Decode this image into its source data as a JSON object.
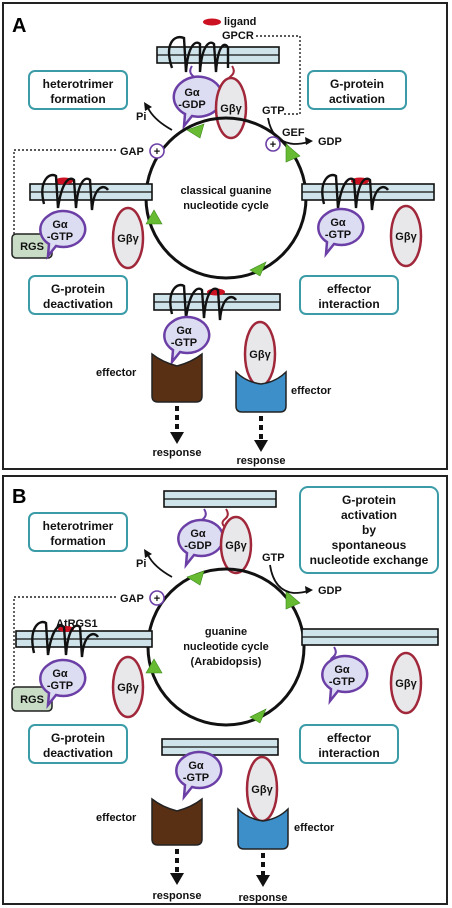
{
  "panelA": {
    "letter": "A",
    "ligand": "ligand",
    "gpcr": "GPCR",
    "box_heterotrimer": [
      "heterotrimer",
      "formation"
    ],
    "box_activation": [
      "G-protein",
      "activation"
    ],
    "box_deactivation": [
      "G-protein",
      "deactivation"
    ],
    "box_effector": [
      "effector",
      "interaction"
    ],
    "pi": "Pi",
    "gtp": "GTP",
    "gef": "GEF",
    "gdp": "GDP",
    "gap": "GAP",
    "plus": "+",
    "cycle_label": [
      "classical guanine",
      "nucleotide cycle"
    ],
    "ga": "Gα",
    "ga_gdp": "-GDP",
    "ga_gtp": "-GTP",
    "gbg": "Gβγ",
    "rgs": "RGS",
    "effector": "effector",
    "response": "response"
  },
  "panelB": {
    "letter": "B",
    "box_heterotrimer": [
      "heterotrimer",
      "formation"
    ],
    "box_activation": [
      "G-protein",
      "activation",
      "by",
      "spontaneous",
      "nucleotide exchange"
    ],
    "box_deactivation": [
      "G-protein",
      "deactivation"
    ],
    "box_effector": [
      "effector",
      "interaction"
    ],
    "pi": "Pi",
    "gtp": "GTP",
    "gdp": "GDP",
    "gap": "GAP",
    "plus": "+",
    "atrgs1": "AtRGS1",
    "cycle_label": [
      "guanine",
      "nucleotide cycle",
      "(Arabidopsis)"
    ],
    "ga": "Gα",
    "ga_gdp": "-GDP",
    "ga_gtp": "-GTP",
    "gbg": "Gβγ",
    "rgs": "RGS",
    "effector": "effector",
    "response": "response"
  },
  "colors": {
    "membrane": "#cfe4ea",
    "box_border": "#3b9ca8",
    "g_alpha": "#6b3fa6",
    "g_betagamma": "#a0283a",
    "arrow_green": "#66bb33",
    "effector_brown": "#5a3014",
    "effector_blue": "#3c8fc8",
    "ligand": "#cc1122"
  }
}
